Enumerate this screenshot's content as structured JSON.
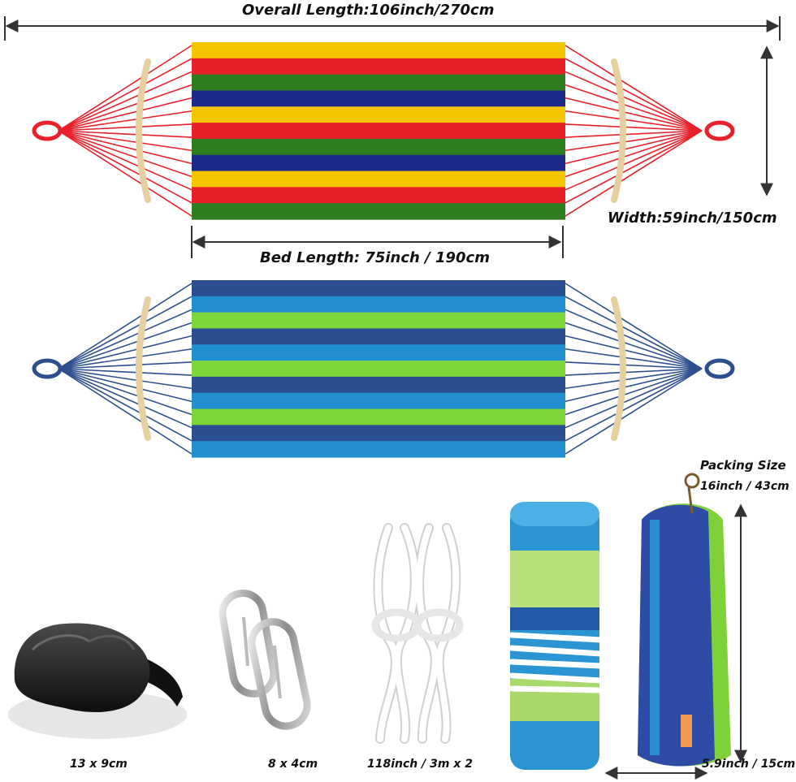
{
  "dimensions": {
    "overall_length": "Overall Length:106inch/270cm",
    "width": "Width:59inch/150cm",
    "bed_length": "Bed Length: 75inch / 190cm"
  },
  "packing": {
    "title": "Packing Size",
    "length": "16inch / 43cm",
    "diameter": "5.9inch / 15cm"
  },
  "accessories": {
    "eye_mask_size": "13 x 9cm",
    "carabiner_size": "8 x 4cm",
    "rope_size": "118inch / 3m x 2"
  },
  "colors": {
    "hammock_1_stripes": [
      "#f7c400",
      "#e8202a",
      "#2e7d1e",
      "#1e2a8a"
    ],
    "hammock_1_rope": "#e8202a",
    "hammock_2_stripes": [
      "#2a4e90",
      "#2290d0",
      "#7ed63a"
    ],
    "hammock_2_rope": "#2e4f8e",
    "spreader_bar": "#e6cfa0"
  }
}
